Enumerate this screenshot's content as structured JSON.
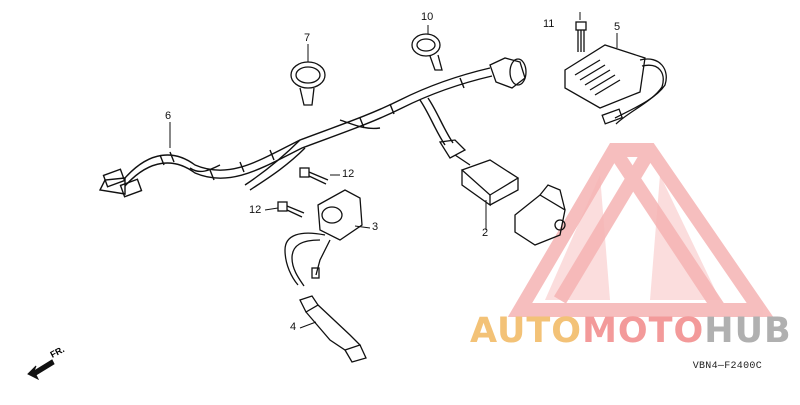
{
  "callouts": {
    "c2": "2",
    "c3": "3",
    "c4": "4",
    "c5": "5",
    "c6": "6",
    "c7": "7",
    "c10": "10",
    "c11": "11",
    "c12a": "12",
    "c12b": "12"
  },
  "direction_label": "FR.",
  "diagram_code": "VBN4—F2400C",
  "watermark": {
    "part1": "AUTO",
    "part2": "MOTO",
    "part3": "HUB",
    "colors": {
      "auto": "#f3c277",
      "moto": "#f39a9a",
      "hub": "#b0b0b0",
      "logo": "#f08a8a"
    }
  },
  "icons": {
    "direction_arrow": "front-arrow-icon",
    "logo": "triangle-logo-icon"
  }
}
